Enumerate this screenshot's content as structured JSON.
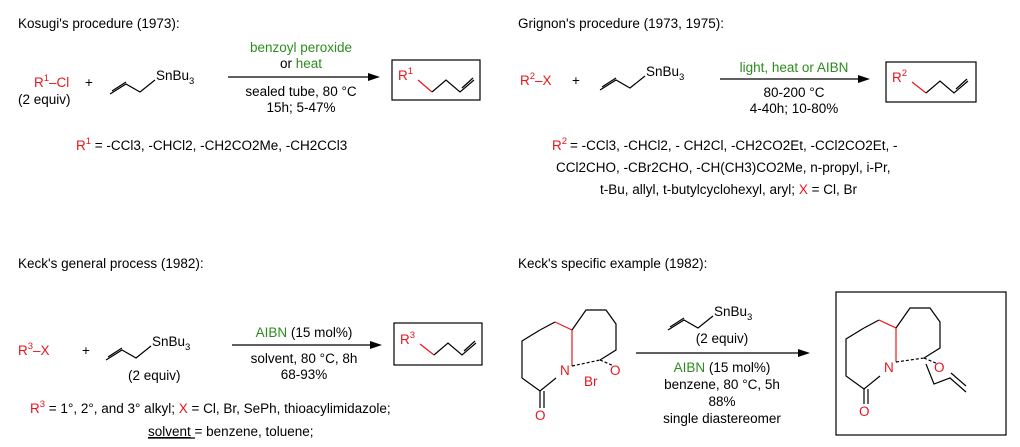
{
  "panels": {
    "kosugi": {
      "title": "Kosugi's procedure (1973):",
      "reactant_r": "R",
      "reactant_sup": "1",
      "reactant_x": "–Cl",
      "reactant_equiv": "(2 equiv)",
      "plus": "+",
      "stannane": "SnBu",
      "stannane_sub": "3",
      "cond_top1": "benzoyl peroxide",
      "cond_top2_a": "or ",
      "cond_top2_b": "heat",
      "cond_bottom1": "sealed tube, 80 °C",
      "cond_bottom2": "15h; 5-47%",
      "product_r": "R",
      "product_sup": "1",
      "def_r": "R",
      "def_sup": "1",
      "def_text": " = -CCl3, -CHCl2, -CH2CO2Me, -CH2CCl3"
    },
    "grignon": {
      "title": "Grignon's procedure (1973, 1975):",
      "reactant_r": "R",
      "reactant_sup": "2",
      "reactant_x": "–X",
      "plus": "+",
      "stannane": "SnBu",
      "stannane_sub": "3",
      "cond_top_a": "light",
      "cond_top_b": ", heat or AIBN",
      "cond_bottom1": "80-200 °C",
      "cond_bottom2": "4-40h; 10-80%",
      "product_r": "R",
      "product_sup": "2",
      "def_line1": "= -CCl3, -CHCl2, - CH2Cl, -CH2CO2Et, -CCl2CO2Et, -",
      "def_r": "R",
      "def_sup": "2",
      "def_line2": "CCl2CHO, -CBr2CHO, -CH(CH3)CO2Me, n-propyl, i-Pr,",
      "def_line3_a": "t-Bu, allyl, t-butylcyclohexyl, aryl; ",
      "def_line3_b": "X",
      "def_line3_c": " = Cl, Br"
    },
    "keck_general": {
      "title": "Keck's general process (1982):",
      "reactant_r": "R",
      "reactant_sup": "3",
      "reactant_x": "–X",
      "plus": "+",
      "stannane": "SnBu",
      "stannane_sub": "3",
      "stannane_equiv": "(2 equiv)",
      "cond_top_a": "AIBN",
      "cond_top_b": " (15 mol%)",
      "cond_bottom1": "solvent, 80 °C, 8h",
      "cond_bottom2": "68-93%",
      "product_r": "R",
      "product_sup": "3",
      "def_r": "R",
      "def_sup": "3",
      "def_text_a": " = 1°, 2°, and 3° alkyl; ",
      "def_text_x": "X",
      "def_text_b": " = Cl, Br, SePh, thioacylimidazole;",
      "solvent_word": "solvent",
      "solvent_text": " = benzene, toluene;"
    },
    "keck_specific": {
      "title": "Keck's specific example (1982):",
      "stannane": "SnBu",
      "stannane_sub": "3",
      "cond_equiv": "(2 equiv)",
      "cond_aibn_a": "AIBN",
      "cond_aibn_b": " (15 mol%)",
      "cond_solvent": "benzene, 80 °C, 5h",
      "cond_yield": "88%",
      "cond_dr": "single diastereomer",
      "atom_N": "N",
      "atom_O": "O",
      "atom_Br": "Br",
      "atom_O_carbonyl": "O"
    }
  },
  "colors": {
    "red": "#e8161c",
    "green": "#2e8b1f",
    "black": "#000000"
  }
}
